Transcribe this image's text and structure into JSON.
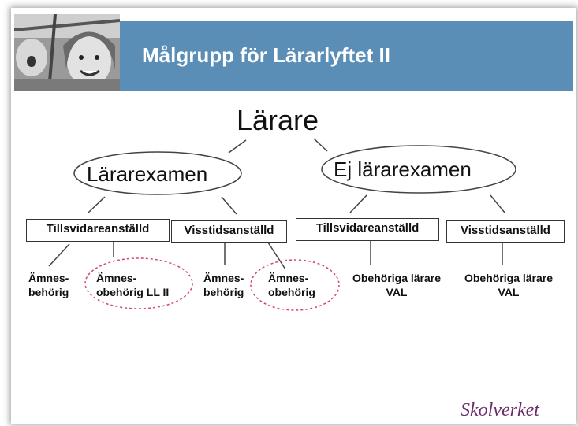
{
  "header": {
    "title": "Målgrupp för Lärarlyftet II"
  },
  "diagram": {
    "root": "Lärare",
    "branches": [
      {
        "label": "Lärarexamen",
        "children": [
          {
            "label": "Tillsvidareanställd",
            "leaves": [
              {
                "line1": "Ämnes-",
                "line2": "behörig",
                "highlighted": false
              },
              {
                "line1": "Ämnes-",
                "line2": "obehörig LL II",
                "highlighted": true
              }
            ]
          },
          {
            "label": "Visstidsanställd",
            "leaves": [
              {
                "line1": "Ämnes-",
                "line2": "behörig",
                "highlighted": false
              },
              {
                "line1": "Ämnes-",
                "line2": "obehörig",
                "highlighted": true
              }
            ]
          }
        ]
      },
      {
        "label": "Ej lärarexamen",
        "children": [
          {
            "label": "Tillsvidareanställd",
            "leaves": [
              {
                "line1": "Obehöriga lärare",
                "line2": "VAL",
                "highlighted": false
              }
            ]
          },
          {
            "label": "Visstidsanställd",
            "leaves": [
              {
                "line1": "Obehöriga lärare",
                "line2": "VAL",
                "highlighted": false
              }
            ]
          }
        ]
      }
    ]
  },
  "footer": {
    "logo_text": "Skolverket"
  },
  "colors": {
    "banner": "#5b8eb6",
    "highlight_ring": "#d04a6a",
    "logo": "#6b2a6e"
  }
}
